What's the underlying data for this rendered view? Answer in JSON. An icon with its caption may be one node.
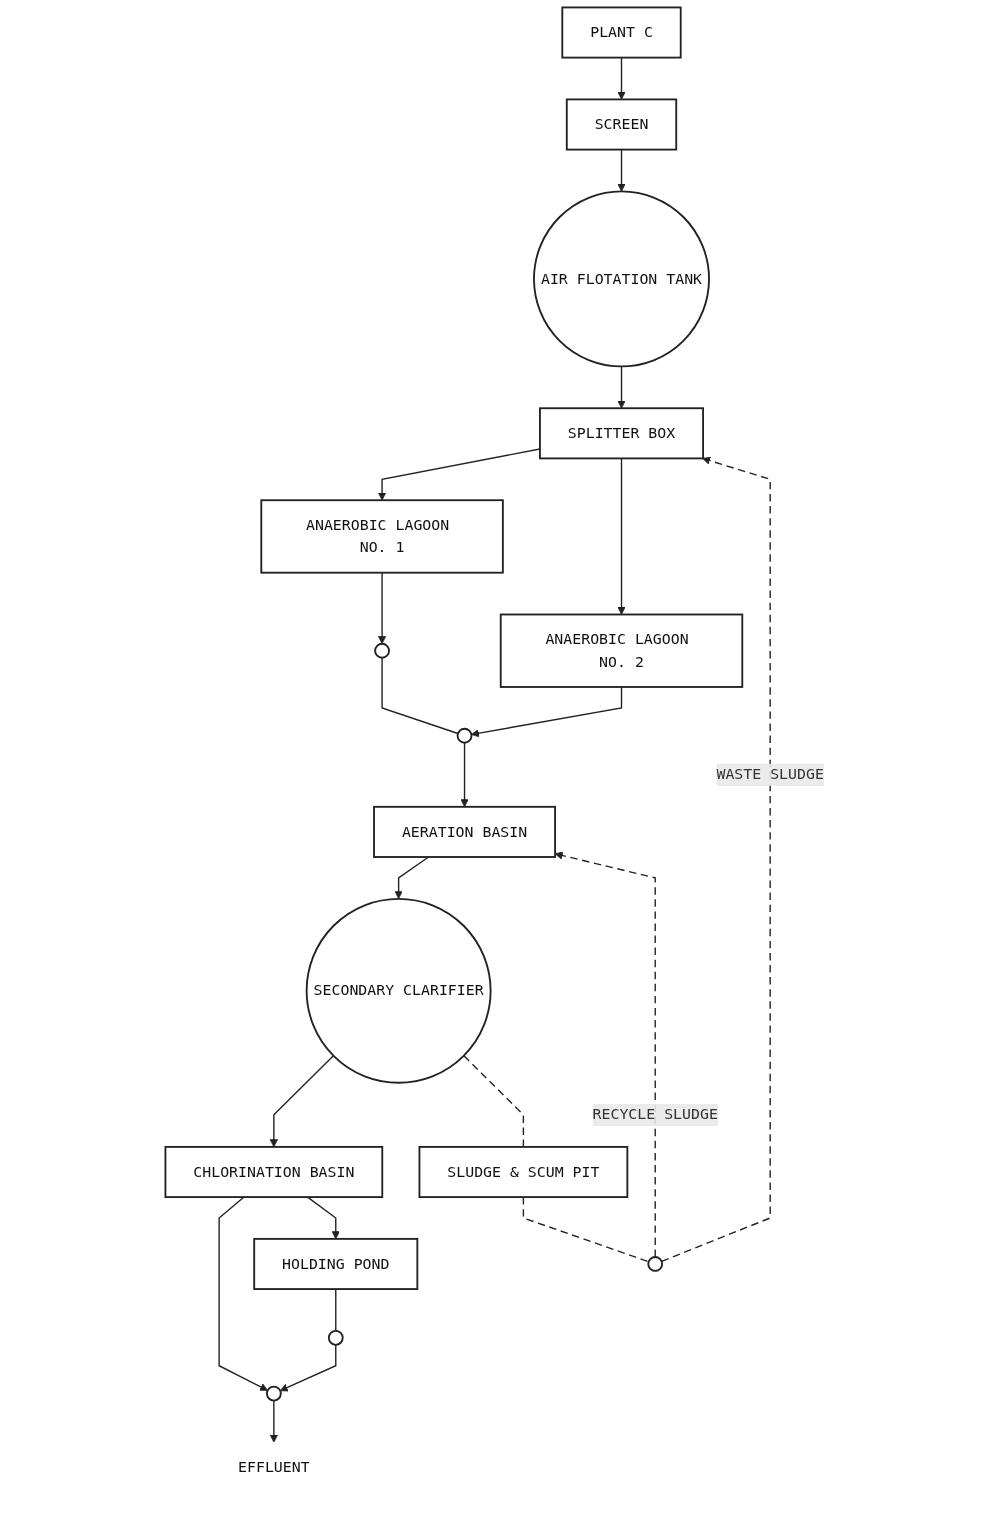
{
  "diagram": {
    "nodes": [
      {
        "text": [
          "PLANT C"
        ]
      },
      {
        "text": [
          "SCREEN"
        ]
      },
      {
        "text": [
          "AIR FLOTATION TANK"
        ]
      },
      {
        "text": [
          "SPLITTER BOX"
        ]
      },
      {
        "text": [
          "ANAEROBIC LAGOON NO. 1"
        ]
      },
      {
        "text": [
          "ANAEROBIC LAGOON NO. 2"
        ]
      },
      {
        "text": [],
        "shape": "circle"
      },
      {
        "text": [],
        "shape": "circle"
      },
      {
        "text": [
          "AERATION BASIN"
        ]
      },
      {
        "text": [
          "SECONDARY CLARIFIER"
        ]
      },
      {
        "text": [
          "SLUDGE & SCUM PIT"
        ]
      },
      {
        "text": [],
        "shape": "circle"
      },
      {
        "text": [
          "CHLORINATION BASIN"
        ]
      },
      {
        "text": [
          "HOLDING POND"
        ]
      },
      {
        "text": [],
        "shape": "circle"
      },
      {
        "text": [],
        "shape": "circle"
      },
      {
        "text": [
          "EFFLUENT"
        ]
      }
    ],
    "edges": [
      {
        "from": 0,
        "to": 1,
        "arrow": "to"
      },
      {
        "from": 1,
        "to": 2,
        "arrow": "to"
      },
      {
        "from": 2,
        "to": 3,
        "arrow": "to"
      },
      {
        "from": 3,
        "to": 4,
        "arrow": "to"
      },
      {
        "from": 3,
        "to": 5,
        "arrow": "to"
      },
      {
        "from": 4,
        "to": 6,
        "arrow": "to"
      },
      {
        "from": 5,
        "to": 7,
        "arrow": "to"
      },
      {
        "from": 6,
        "to": 7,
        "arrow": "none"
      },
      {
        "from": 7,
        "to": 8,
        "arrow": "to"
      },
      {
        "from": 8,
        "to": 9,
        "arrow": "to"
      },
      {
        "from": 9,
        "to": 12,
        "arrow": "to"
      },
      {
        "from": 9,
        "to": 10,
        "arrow": "none",
        "style": "dashed"
      },
      {
        "from": 10,
        "to": 11,
        "arrow": "none",
        "style": "dashed"
      },
      {
        "from": 11,
        "to": 3,
        "arrow": "to",
        "style": "dashed",
        "label": "WASTE SLUDGE"
      },
      {
        "from": 11,
        "to": 8,
        "arrow": "to",
        "style": "dashed",
        "label": "RECYCLE SLUDGE"
      },
      {
        "from": 12,
        "to": 15,
        "arrow": "to"
      },
      {
        "from": 12,
        "to": 13,
        "arrow": "to"
      },
      {
        "from": 13,
        "to": 14,
        "arrow": "none"
      },
      {
        "from": 14,
        "to": 15,
        "arrow": "to"
      },
      {
        "from": 15,
        "to": 16,
        "arrow": "to"
      }
    ]
  }
}
